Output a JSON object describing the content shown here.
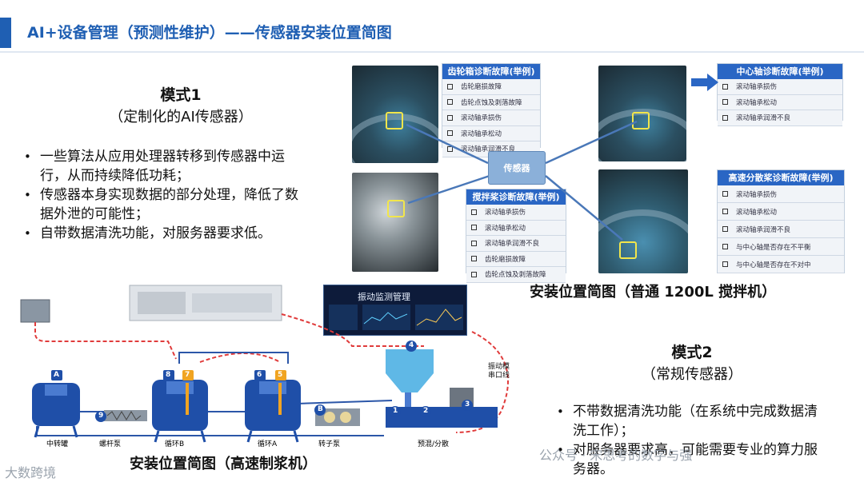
{
  "header": {
    "title": "AI+设备管理（预测性维护）——传感器安装位置简图"
  },
  "mode1": {
    "title": "模式1",
    "subtitle": "（定制化的AI传感器）",
    "bullets": [
      "一些算法从应用处理器转移到传感器中运行，从而持续降低功耗；",
      "传感器本身实现数据的部分处理，降低了数据外泄的可能性；",
      "自带数据清洗功能，对服务器要求低。"
    ]
  },
  "mixer_figure": {
    "sensor_label": "传感器",
    "panels": [
      {
        "header": "齿轮箱诊断故障(举例)",
        "items": [
          "齿轮磨损故障",
          "齿轮点蚀及剥落故障",
          "滚动轴承损伤",
          "滚动轴承松动",
          "滚动轴承润滑不良"
        ]
      },
      {
        "header": "中心轴诊断故障(举例)",
        "items": [
          "滚动轴承损伤",
          "滚动轴承松动",
          "滚动轴承润滑不良"
        ]
      },
      {
        "header": "搅拌桨诊断故障(举例)",
        "items": [
          "滚动轴承损伤",
          "滚动轴承松动",
          "滚动轴承润滑不良",
          "齿轮磨损故障",
          "齿轮点蚀及剥落故障"
        ]
      },
      {
        "header": "高速分散桨诊断故障(举例)",
        "items": [
          "滚动轴承损伤",
          "滚动轴承松动",
          "滚动轴承润滑不良",
          "与中心轴是否存在不平衡",
          "与中心轴是否存在不对中"
        ]
      }
    ],
    "caption": "安装位置简图（普通 1200L 搅拌机）"
  },
  "slurry_figure": {
    "screen_title": "振动监测管理",
    "side_label": "振动模\n串口线",
    "tanks": [
      {
        "name": "中转罐",
        "markers": [
          "A"
        ]
      },
      {
        "name": "螺杆泵",
        "markers": [
          "9"
        ]
      },
      {
        "name": "循环B",
        "markers": [
          "8",
          "7"
        ]
      },
      {
        "name": "循环A",
        "markers": [
          "6",
          "5"
        ]
      },
      {
        "name": "转子泵",
        "markers": [
          "B"
        ]
      },
      {
        "name": "预混/分散",
        "markers": [
          "4",
          "1",
          "2",
          "3"
        ]
      }
    ],
    "caption": "安装位置简图（高速制浆机）"
  },
  "mode2": {
    "title": "模式2",
    "subtitle": "（常规传感器）",
    "bullets": [
      "不带数据清洗功能（在系统中完成数据清洗工作）；",
      "对服务器要求高，可能需要专业的算力服务器。"
    ]
  },
  "watermarks": {
    "left": "大数跨境",
    "right": "公众号 · 宋思考的数字与强"
  },
  "colors": {
    "accent": "#1f5fb3",
    "panel_header": "#2a66c4",
    "pipe_red": "#e03b3b",
    "pipe_blue": "#2b56a8",
    "marker_blue": "#1f4fa8",
    "marker_orange": "#f0a422"
  }
}
